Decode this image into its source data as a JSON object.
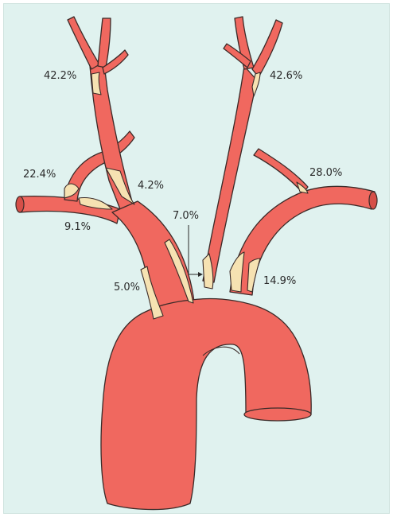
{
  "labels": {
    "right_ica": "42.2%",
    "left_ica": "42.6%",
    "right_vertebral": "22.4%",
    "right_cca": "4.2%",
    "left_vertebral": "28.0%",
    "left_cca": "7.0%",
    "right_subclavian": "9.1%",
    "brachiocephalic": "5.0%",
    "left_subclavian": "14.9%"
  },
  "colors": {
    "background": "#e0f2ef",
    "artery": "#f0685f",
    "plaque": "#f6e2b2",
    "outline": "#3a2a28"
  }
}
